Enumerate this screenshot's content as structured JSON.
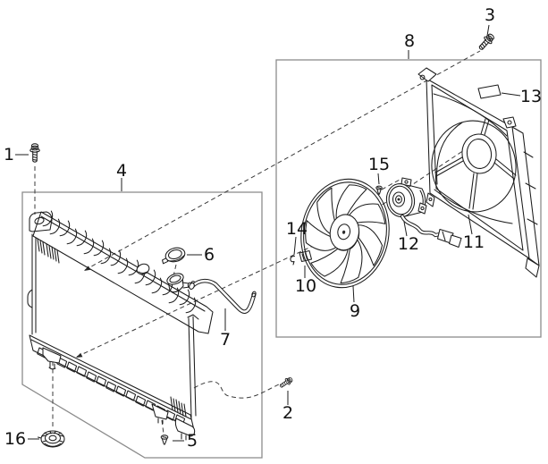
{
  "diagram": {
    "type": "exploded-parts-diagram",
    "subject": "radiator and cooling-fan assembly",
    "background_color": "#ffffff",
    "line_color": "#1c1c1c",
    "group_box_color": "#8b8b8b",
    "callout_color": "#111111"
  },
  "callouts": [
    {
      "num": "1",
      "part": "radiator-mounting-bolt"
    },
    {
      "num": "2",
      "part": "side-bolt"
    },
    {
      "num": "3",
      "part": "shroud-bolt"
    },
    {
      "num": "4",
      "part": "radiator-assembly"
    },
    {
      "num": "5",
      "part": "drain-screw"
    },
    {
      "num": "6",
      "part": "radiator-cap"
    },
    {
      "num": "7",
      "part": "overflow-hose"
    },
    {
      "num": "8",
      "part": "cooling-fan-assembly"
    },
    {
      "num": "9",
      "part": "fan-blade"
    },
    {
      "num": "10",
      "part": "bracket"
    },
    {
      "num": "11",
      "part": "fan-shroud"
    },
    {
      "num": "12",
      "part": "fan-motor"
    },
    {
      "num": "13",
      "part": "caution-label"
    },
    {
      "num": "14",
      "part": "clip"
    },
    {
      "num": "15",
      "part": "motor-screw"
    },
    {
      "num": "16",
      "part": "insulator-grommet"
    }
  ]
}
